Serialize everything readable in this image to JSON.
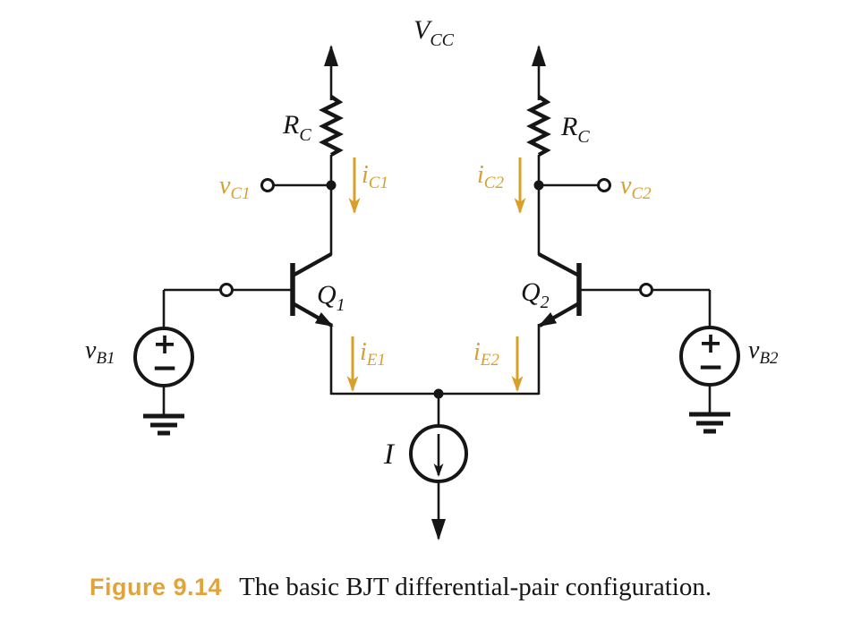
{
  "figure": {
    "label": "Figure 9.14",
    "caption": "The basic BJT differential-pair configuration."
  },
  "supply": {
    "main": "V",
    "sub": "CC"
  },
  "resistors": {
    "left": {
      "main": "R",
      "sub": "C"
    },
    "right": {
      "main": "R",
      "sub": "C"
    }
  },
  "outputs": {
    "vc1": {
      "main": "v",
      "sub": "C1"
    },
    "vc2": {
      "main": "v",
      "sub": "C2"
    }
  },
  "currents": {
    "ic1": {
      "main": "i",
      "sub": "C1"
    },
    "ic2": {
      "main": "i",
      "sub": "C2"
    },
    "ie1": {
      "main": "i",
      "sub": "E1"
    },
    "ie2": {
      "main": "i",
      "sub": "E2"
    }
  },
  "transistors": {
    "q1": {
      "main": "Q",
      "sub": "1"
    },
    "q2": {
      "main": "Q",
      "sub": "2"
    }
  },
  "sources": {
    "vb1": {
      "main": "v",
      "sub": "B1"
    },
    "vb2": {
      "main": "v",
      "sub": "B2"
    },
    "plus": "+",
    "minus": "−",
    "bias_label": "I"
  },
  "colors": {
    "ink": "#161616",
    "accent": "#D8A028",
    "caption_accent": "#E2A339",
    "background": "#FFFFFF"
  }
}
